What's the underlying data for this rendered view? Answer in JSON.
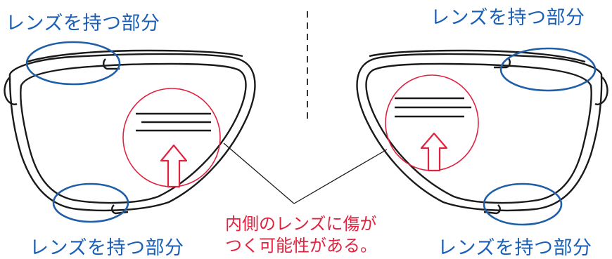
{
  "labels": {
    "grip_top_left": "レンズを持つ部分",
    "grip_top_right": "レンズを持つ部分",
    "grip_bottom_left": "レンズを持つ部分",
    "grip_bottom_right": "レンズを持つ部分"
  },
  "warning": {
    "line1": "内側のレンズに傷が",
    "line2": "つく可能性がある。"
  },
  "colors": {
    "grip_circle": "#1f5fa8",
    "damage_circle": "#e0233f",
    "label_text": "#1a5fb4",
    "warning_text": "#e0233f",
    "outline": "#1a1a1a"
  }
}
